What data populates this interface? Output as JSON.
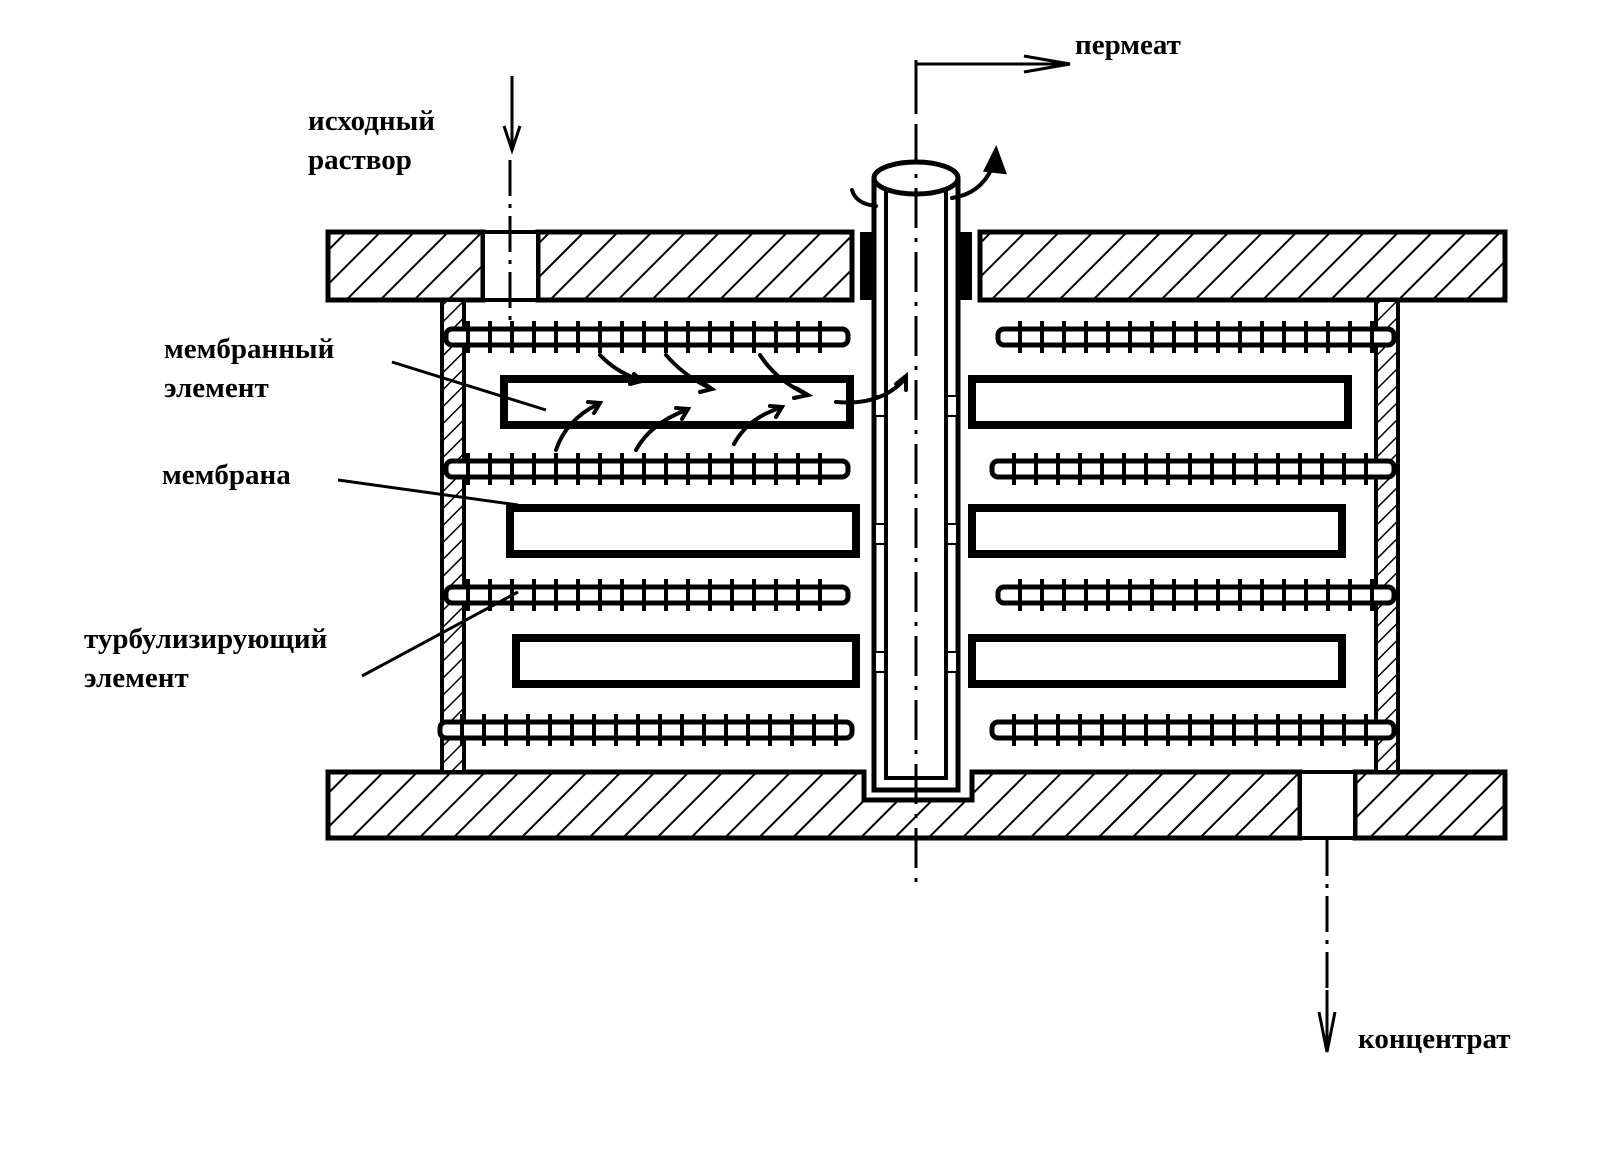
{
  "labels": {
    "permeate": "пермеат",
    "feed": [
      "исходный",
      "раствор"
    ],
    "membrane_element": [
      "мембранный",
      "элемент"
    ],
    "membrane": "мембрана",
    "turbulizer": [
      "турбулизирующий",
      "элемент"
    ],
    "concentrate": "концентрат"
  },
  "colors": {
    "ink": "#000000",
    "paper": "#ffffff"
  }
}
